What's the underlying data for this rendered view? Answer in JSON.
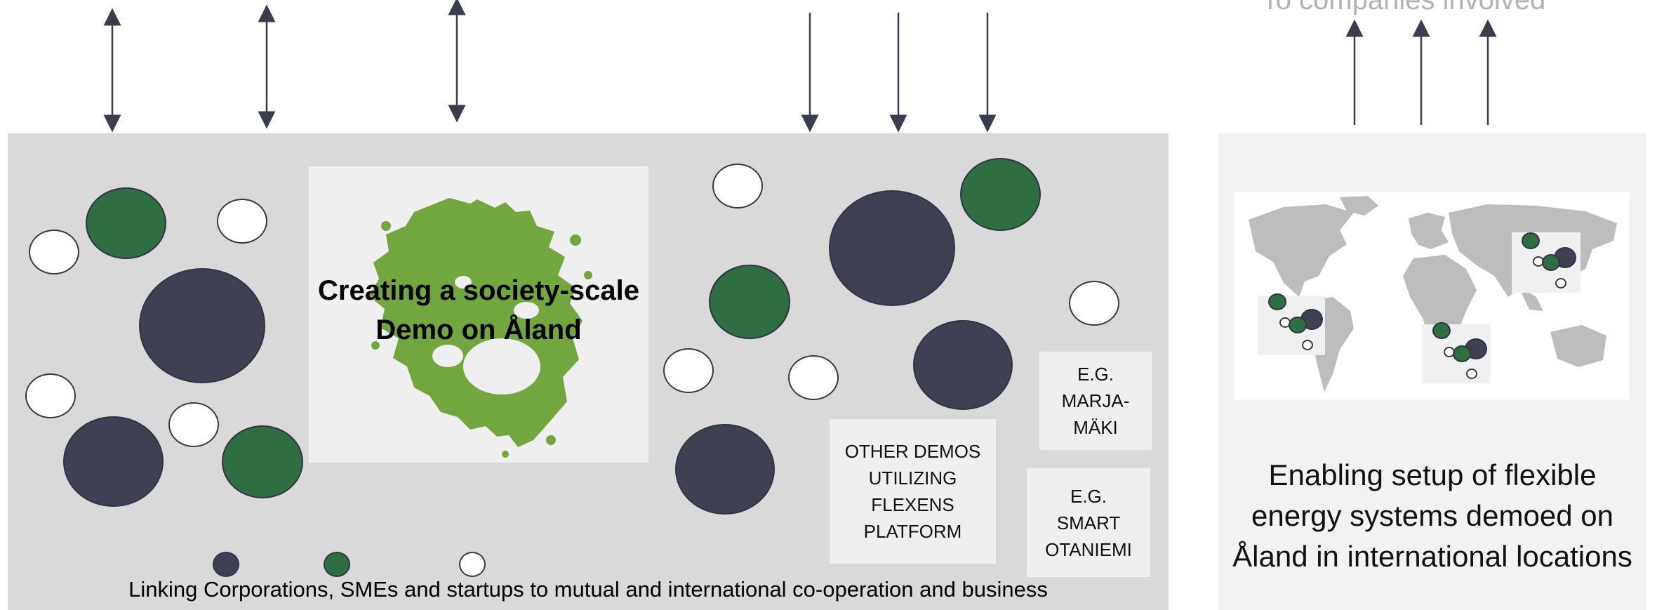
{
  "diagram": {
    "top_caption": "To companies involved",
    "center_title_line1": "Creating a society-scale",
    "center_title_line2": "Demo on Åland",
    "other_demos": [
      "OTHER DEMOS",
      "UTILIZING",
      "FLEXENS",
      "PLATFORM"
    ],
    "marja": [
      "E.G.",
      "MARJA-",
      "MÄKI"
    ],
    "otaniemi": [
      "E.G.",
      "SMART",
      "OTANIEMI"
    ],
    "footer": "Linking Corporations, SMEs and startups to mutual and international co-operation and business",
    "right_caption": "Enabling setup of flexible energy systems demoed on Åland in international locations"
  },
  "colors": {
    "dark": "#3f4152",
    "green": "#2f6e40",
    "white": "#ffffff",
    "map_green": "#72a73f",
    "map_gray": "#bdbdbd",
    "panel": "#d9d9d9"
  },
  "icons": {
    "aland_map": "aland-island-map-icon",
    "world_map": "world-map-icon"
  }
}
